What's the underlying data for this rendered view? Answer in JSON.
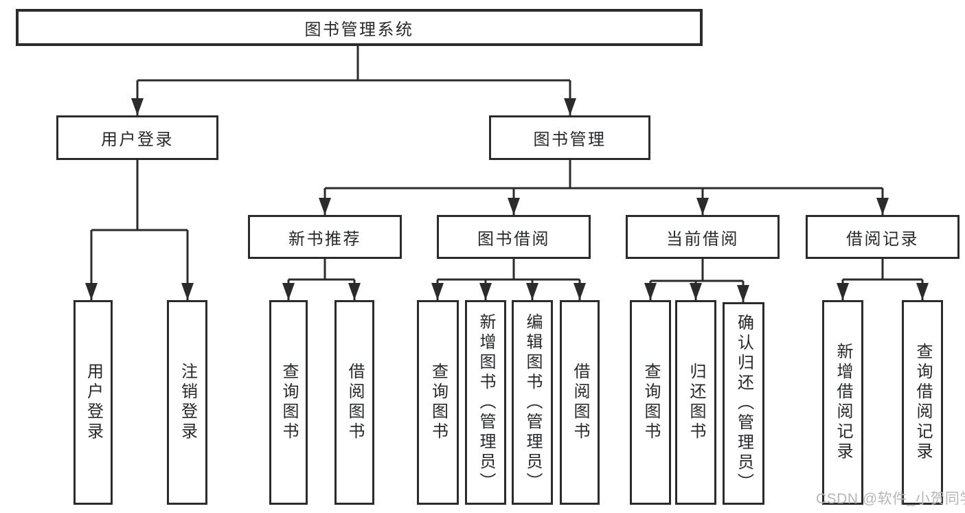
{
  "diagram": {
    "root": {
      "label": "图书管理系统"
    },
    "branches": [
      {
        "label": "用户登录",
        "children": [
          {
            "label": "用户登录"
          },
          {
            "label": "注销登录"
          }
        ]
      },
      {
        "label": "图书管理",
        "children": [
          {
            "label": "新书推荐",
            "children": [
              {
                "label": "查询图书"
              },
              {
                "label": "借阅图书"
              }
            ]
          },
          {
            "label": "图书借阅",
            "children": [
              {
                "label": "查询图书"
              },
              {
                "label": "新增图书（管理员）"
              },
              {
                "label": "编辑图书（管理员）"
              },
              {
                "label": "借阅图书"
              }
            ]
          },
          {
            "label": "当前借阅",
            "children": [
              {
                "label": "查询图书"
              },
              {
                "label": "归还图书"
              },
              {
                "label": "确认归还（管理员）"
              }
            ]
          },
          {
            "label": "借阅记录",
            "children": [
              {
                "label": "新增借阅记录"
              },
              {
                "label": "查询借阅记录"
              }
            ]
          }
        ]
      }
    ]
  },
  "watermark": "CSDN @软件_小贺同学",
  "colors": {
    "line": "#2b2b2b",
    "text": "#26282c",
    "watermark": "#b5b6bb",
    "background": "#ffffff"
  }
}
